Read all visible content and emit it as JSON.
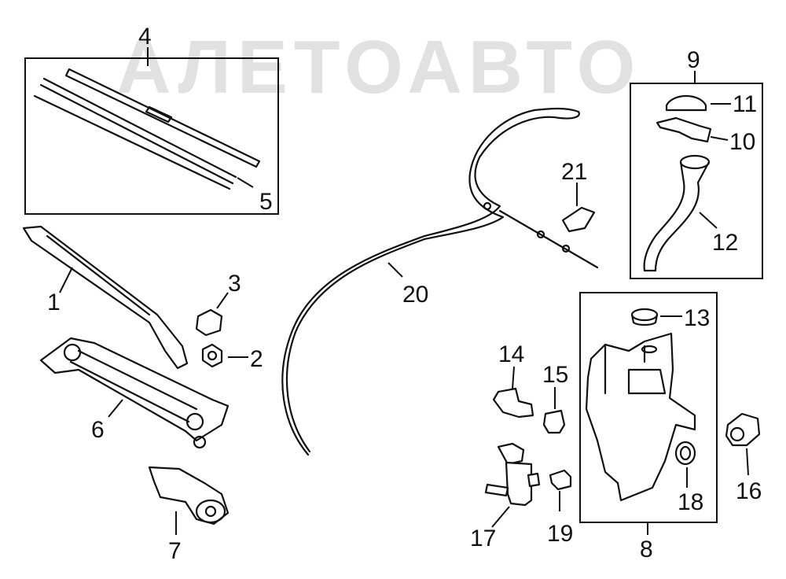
{
  "watermark": "АЛЕТОАВТО",
  "callouts": {
    "c1": "1",
    "c2": "2",
    "c3": "3",
    "c4": "4",
    "c5": "5",
    "c6": "6",
    "c7": "7",
    "c8": "8",
    "c9": "9",
    "c10": "10",
    "c11": "11",
    "c12": "12",
    "c13": "13",
    "c14": "14",
    "c15": "15",
    "c16": "16",
    "c17": "17",
    "c18": "18",
    "c19": "19",
    "c20": "20",
    "c21": "21"
  }
}
